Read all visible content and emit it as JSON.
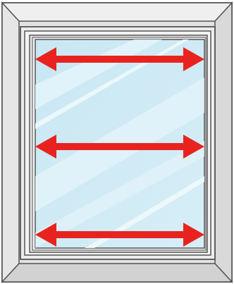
{
  "diagram": {
    "colors": {
      "frame_outer": "#e4e4e4",
      "frame_bevel_light": "#f2f2f2",
      "frame_bevel_dark": "#cfcfcf",
      "frame_stroke": "#555555",
      "sash": "#ececec",
      "glass_light": "#cfeaf5",
      "glass_mid": "#b9dfee",
      "glass_highlight": "#e6f5fb",
      "arrow": "#e8231f"
    },
    "arrows": [
      {
        "direction": "horizontal",
        "meaning": "width-measurement-top"
      },
      {
        "direction": "horizontal",
        "meaning": "width-measurement-middle"
      },
      {
        "direction": "horizontal",
        "meaning": "width-measurement-bottom"
      }
    ]
  }
}
